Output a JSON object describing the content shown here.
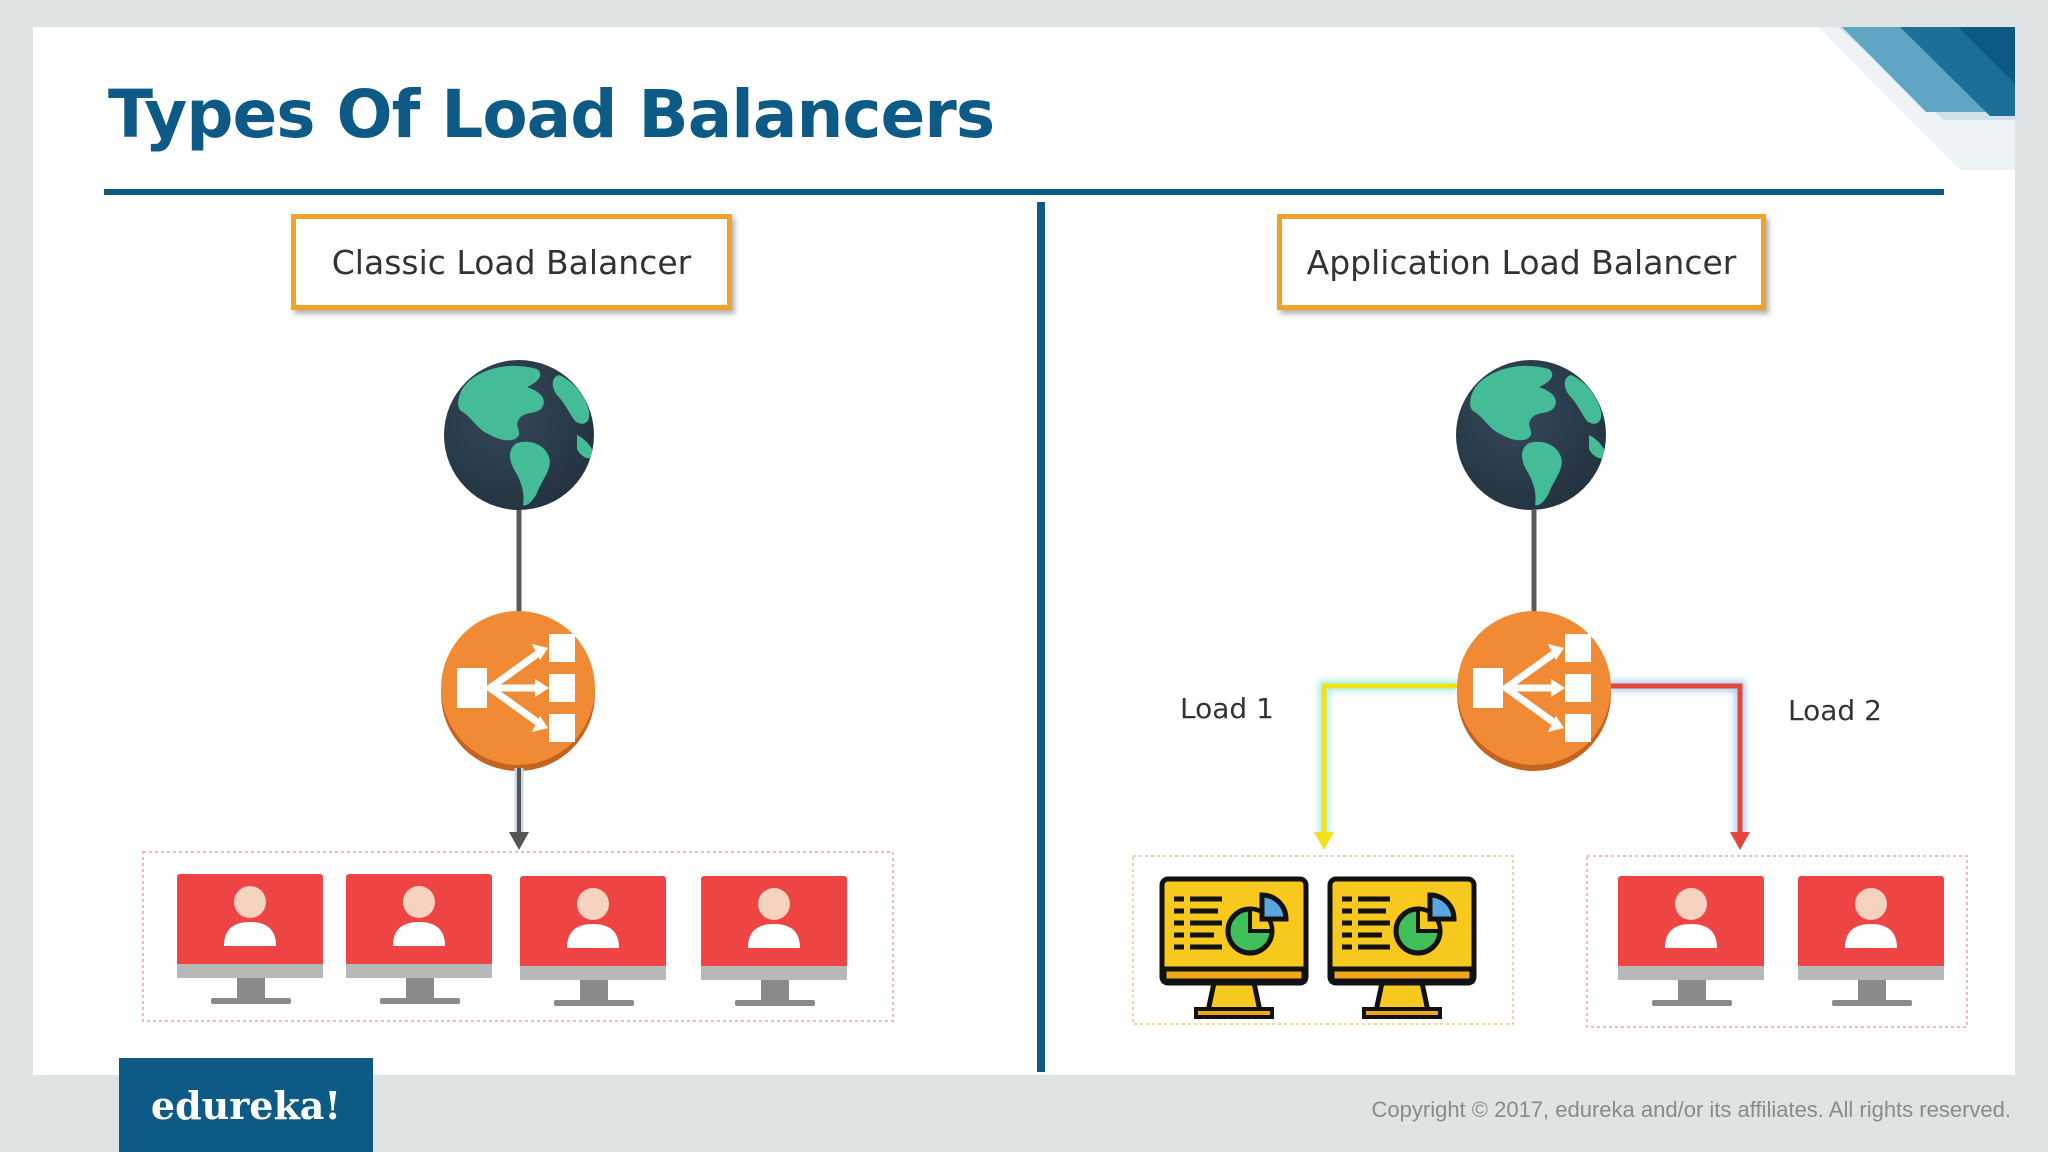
{
  "slide": {
    "title": "Types Of Load Balancers"
  },
  "classic": {
    "label": "Classic Load Balancer",
    "client_count": 4
  },
  "application": {
    "label": "Application Load Balancer",
    "load_1_label": "Load 1",
    "load_2_label": "Load 2",
    "app_server_count": 2,
    "client_count": 2
  },
  "footer": {
    "brand": "edureka!",
    "copyright": "Copyright © 2017, edureka and/or its affiliates. All rights reserved."
  },
  "colors": {
    "title_blue": "#0e5a86",
    "box_border_orange": "#f0a22a",
    "balancer_orange": "#f08a34",
    "client_red": "#ee4444",
    "server_yellow": "#f7c81e",
    "globe_ocean": "#2a3c4a",
    "globe_land": "#45bc98",
    "load_1_line": "#f2e21a",
    "load_2_line": "#e2463c"
  },
  "icons": {
    "internet": "globe-icon",
    "balancer": "load-balancer-icon",
    "client": "user-monitor-icon",
    "server": "dashboard-monitor-icon"
  }
}
